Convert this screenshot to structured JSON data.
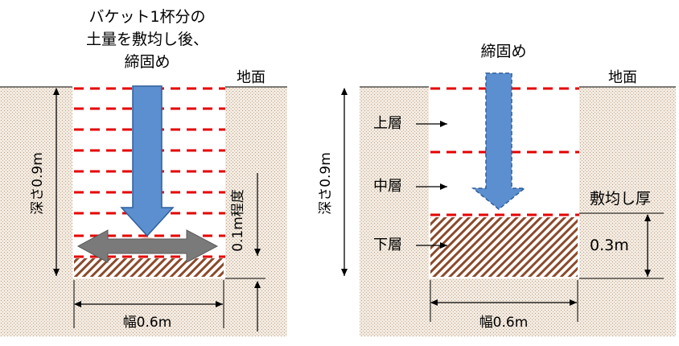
{
  "left_panel": {
    "instruction": [
      "バケット1杯分の",
      "土量を敷均し後、",
      "締固め"
    ],
    "ground_label": "地面",
    "depth_label": "深さ0.9m",
    "layer_thickness_label": "0.1m程度",
    "width_label": "幅0.6m"
  },
  "right_panel": {
    "compaction_label": "締固め",
    "ground_label": "地面",
    "depth_label": "深さ0.9m",
    "layers": [
      "上層",
      "中層",
      "下層"
    ],
    "spread_thickness_label": "敷均し厚",
    "spread_thickness_value": "0.3m",
    "width_label": "幅0.6m"
  },
  "colors": {
    "soil": "#f3ebe1",
    "soil_dots": "#b79a80",
    "layer_line": "#e60000",
    "arrow_fill": "#5b8fd0",
    "arrow_stroke": "#2f5f9a",
    "spread_arrow": "#7a7a7a",
    "hatch": "#8b4a2b"
  }
}
